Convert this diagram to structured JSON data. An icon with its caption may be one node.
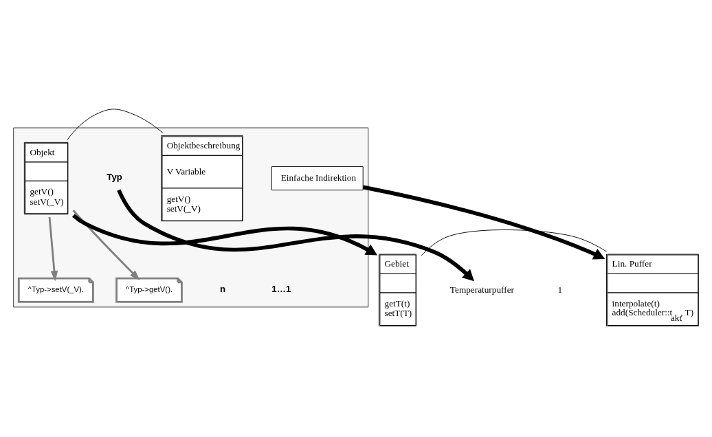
{
  "diagram": {
    "nodes": [
      {
        "text": [],
        "shape": "box"
      },
      {
        "text": [
          "Objekt",
          "getV() setV(_V)"
        ],
        "in": 0
      },
      {
        "text": [
          "Einfache Indirektion"
        ],
        "in": 0
      },
      {
        "text": [
          "Typ"
        ],
        "in": 0
      },
      {
        "text": [
          "Objektbeschreibung",
          "V Variable",
          "getV() setV(_V)"
        ],
        "in": 0
      },
      {
        "text": [
          "^Typ->setV(_V)."
        ],
        "in": 0
      },
      {
        "text": [
          "^Typ->getV()."
        ],
        "in": 0
      },
      {
        "text": [
          "Gebiet",
          "getT(t) setT(T)"
        ]
      },
      {
        "text": [
          "Temperaturpuffer"
        ]
      },
      {
        "text": [
          "Lin. Puffer",
          "interpolate(t) add(Scheduler::t$_{akt}$, T)"
        ]
      }
    ],
    "edges": [
      {
        "from": 1,
        "to": 4,
        "arrow": "none"
      },
      {
        "from": 1,
        "to": 5,
        "arrow": "to",
        "color": "#808080"
      },
      {
        "from": 1,
        "to": 6,
        "arrow": "to",
        "color": "#808080"
      },
      {
        "from": 1,
        "to": 7,
        "arrow": "to",
        "style": "thick"
      },
      {
        "from": 3,
        "to": 8,
        "arrow": "to",
        "style": "thick"
      },
      {
        "from": 2,
        "to": 9,
        "arrow": "to",
        "style": "thick"
      },
      {
        "from": 7,
        "to": 9,
        "arrow": "none"
      }
    ],
    "labels": [
      "n",
      "1…1",
      "1"
    ]
  }
}
